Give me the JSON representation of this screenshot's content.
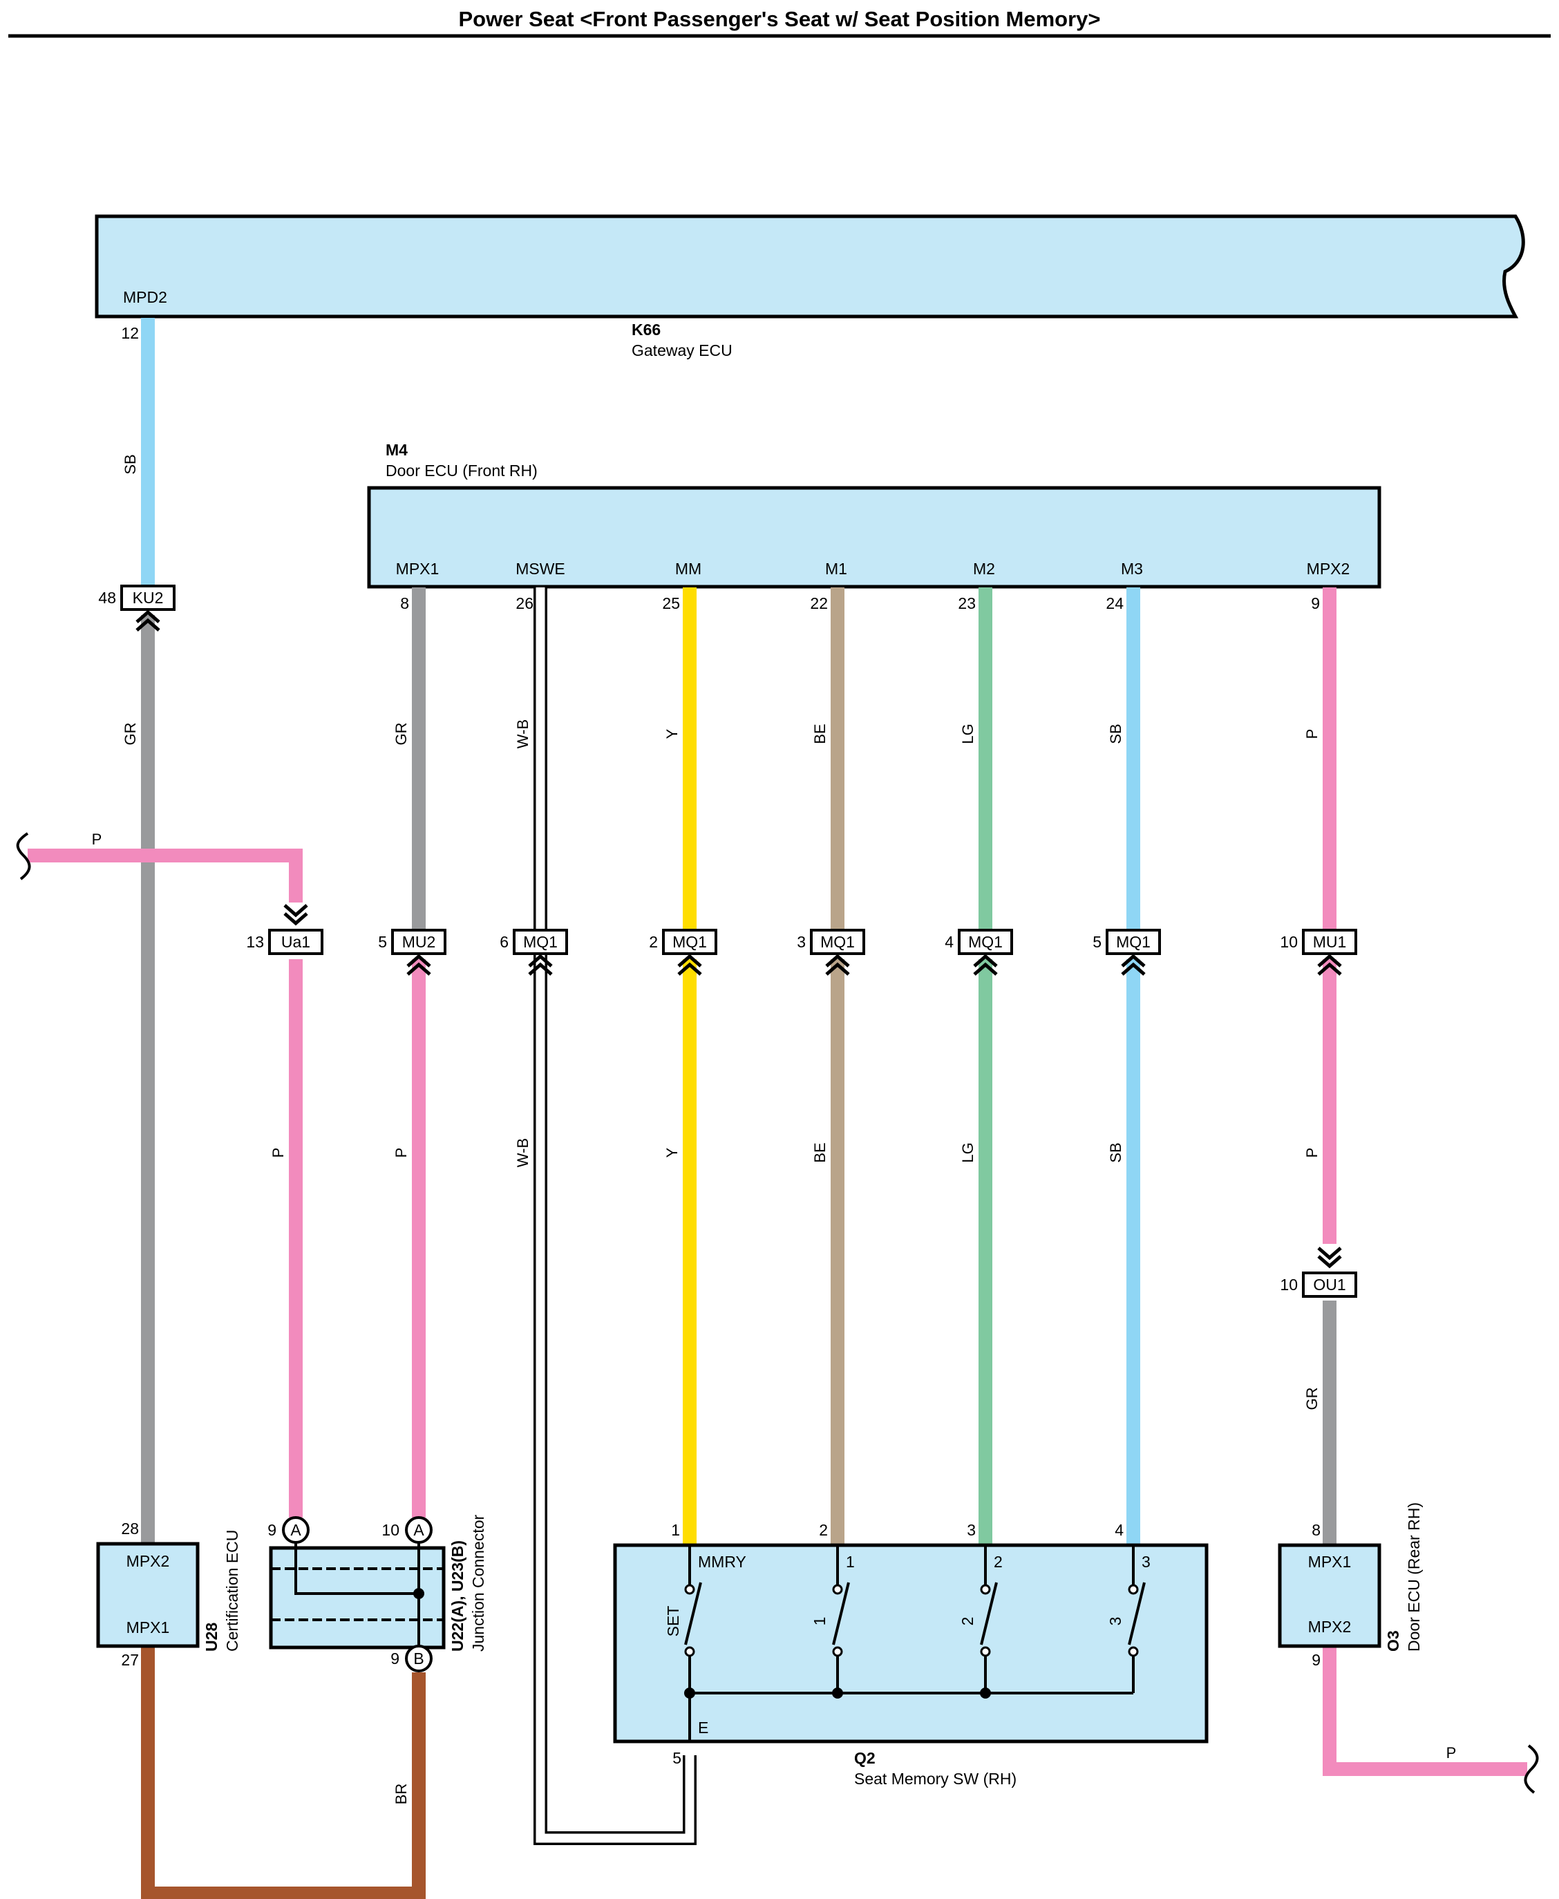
{
  "title": "Power Seat <Front Passenger's Seat w/ Seat Position Memory>",
  "colors": {
    "box_fill": "#c5e8f7",
    "SB": "#8fd6f5",
    "GR": "#999a9c",
    "P": "#f28bbd",
    "Y": "#ffdd00",
    "BE": "#b9a48a",
    "LG": "#80c9a0",
    "BR": "#a6552c",
    "W-B": "#ffffff"
  },
  "components": {
    "k66": {
      "id": "K66",
      "name": "Gateway ECU",
      "terminal": "MPD2",
      "pin": "12"
    },
    "m4": {
      "id": "M4",
      "name": "Door ECU (Front RH)",
      "terminals": [
        {
          "label": "MPX1",
          "pin": "8"
        },
        {
          "label": "MSWE",
          "pin": "26"
        },
        {
          "label": "MM",
          "pin": "25"
        },
        {
          "label": "M1",
          "pin": "22"
        },
        {
          "label": "M2",
          "pin": "23"
        },
        {
          "label": "M3",
          "pin": "24"
        },
        {
          "label": "MPX2",
          "pin": "9"
        }
      ]
    },
    "u28": {
      "id": "U28",
      "name": "Certification ECU",
      "top_terminal": "MPX2",
      "top_pin": "28",
      "bottom_terminal": "MPX1",
      "bottom_pin": "27"
    },
    "junction": {
      "id": "U22(A), U23(B)",
      "name": "Junction Connector",
      "pin_a1": "9",
      "pin_a2": "10",
      "pin_b": "9",
      "letter_a": "A",
      "letter_b": "B"
    },
    "q2": {
      "id": "Q2",
      "name": "Seat Memory SW (RH)",
      "top_labels": [
        "MMRY",
        "1",
        "2",
        "3"
      ],
      "switch_labels": [
        "SET",
        "1",
        "2",
        "3"
      ],
      "top_pins": [
        "1",
        "2",
        "3",
        "4"
      ],
      "ground_label": "E",
      "ground_pin": "5"
    },
    "o3": {
      "id": "O3",
      "name": "Door ECU (Rear RH)",
      "top_terminal": "MPX1",
      "top_pin": "8",
      "bottom_terminal": "MPX2",
      "bottom_pin": "9"
    }
  },
  "connectors": {
    "ku2": {
      "code": "KU2",
      "pin": "48"
    },
    "ua1": {
      "code": "Ua1",
      "pin": "13"
    },
    "mu2": {
      "code": "MU2",
      "pin": "5"
    },
    "mq1a": {
      "code": "MQ1",
      "pin": "6"
    },
    "mq1b": {
      "code": "MQ1",
      "pin": "2"
    },
    "mq1c": {
      "code": "MQ1",
      "pin": "3"
    },
    "mq1d": {
      "code": "MQ1",
      "pin": "4"
    },
    "mq1e": {
      "code": "MQ1",
      "pin": "5"
    },
    "mu1": {
      "code": "MU1",
      "pin": "10"
    },
    "ou1": {
      "code": "OU1",
      "pin": "10"
    }
  },
  "wires": {
    "sb_top": "SB",
    "gr_left": "GR",
    "p_left": "P",
    "gr_mpx1": "GR",
    "wb_upper": "W-B",
    "y_upper": "Y",
    "be_upper": "BE",
    "lg_upper": "LG",
    "sb_upper": "SB",
    "p_mpx2": "P",
    "p_ua1": "P",
    "p_mu2": "P",
    "wb_lower": "W-B",
    "y_lower": "Y",
    "be_lower": "BE",
    "lg_lower": "LG",
    "sb_lower": "SB",
    "p_mu1": "P",
    "gr_ou1": "GR",
    "br_bottom": "BR",
    "p_right": "P"
  }
}
